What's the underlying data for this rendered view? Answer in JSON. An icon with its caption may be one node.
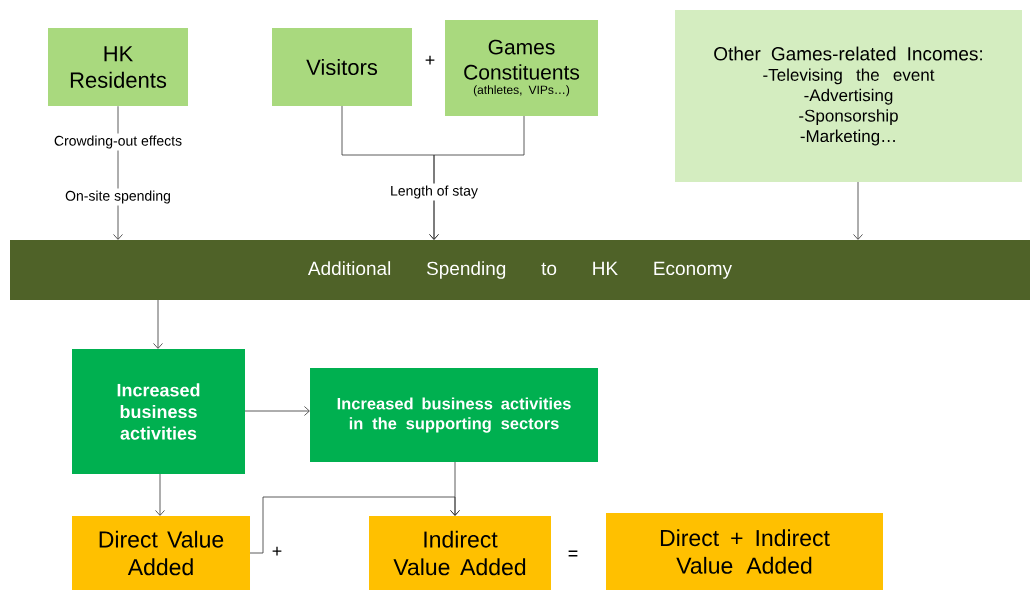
{
  "diagram": {
    "nodes": [
      {
        "text": [
          "HK Residents"
        ]
      },
      {
        "text": [
          "Visitors"
        ]
      },
      {
        "text": [
          "Games Constituents",
          "(athletes, VIPs…)"
        ]
      },
      {
        "text": [
          "Other Games-related Incomes:",
          "-Televising the event",
          "-Advertising",
          "-Sponsorship",
          "-Marketing…"
        ]
      },
      {
        "text": [
          "Additional Spending to HK Economy"
        ]
      },
      {
        "text": [
          "Increased business activities"
        ]
      },
      {
        "text": [
          "Increased business activities in the supporting sectors"
        ]
      },
      {
        "text": [
          "Direct Value Added"
        ]
      },
      {
        "text": [
          "Indirect Value Added"
        ]
      },
      {
        "text": [
          "Direct + Indirect Value Added"
        ]
      }
    ],
    "edges": [
      {
        "from": 0,
        "to": 4,
        "arrow": "to",
        "label": "Crowding-out effects"
      },
      {
        "from": 1,
        "to": 4,
        "arrow": "to",
        "label": "Length of stay"
      },
      {
        "from": 2,
        "to": 4,
        "arrow": "to"
      },
      {
        "from": 3,
        "to": 4,
        "arrow": "to"
      },
      {
        "from": 4,
        "to": 5,
        "arrow": "to"
      },
      {
        "from": 5,
        "to": 6,
        "arrow": "to"
      },
      {
        "from": 5,
        "to": 7,
        "arrow": "to"
      },
      {
        "from": 6,
        "to": 8,
        "arrow": "to"
      },
      {
        "from": 7,
        "to": 8,
        "arrow": "to"
      }
    ],
    "labels": [
      "On-site spending",
      "+",
      "+",
      "="
    ]
  }
}
